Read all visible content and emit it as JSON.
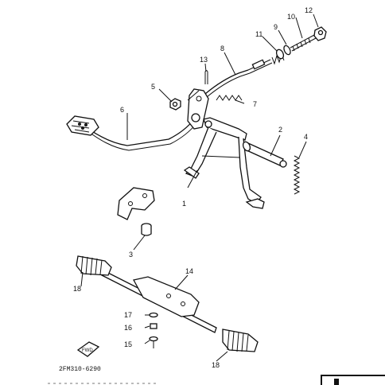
{
  "diagram": {
    "part_code": "2FM310-6290",
    "front_marker": "FWD",
    "labels": {
      "p1": "1",
      "p2": "2",
      "p3": "3",
      "p4": "4",
      "p5": "5",
      "p6": "6",
      "p7": "7",
      "p8": "8",
      "p9": "9",
      "p10": "10",
      "p11": "11",
      "p12": "12",
      "p13": "13",
      "p14": "14",
      "p15": "15",
      "p16": "16",
      "p17": "17",
      "p18a": "18",
      "p18b": "18"
    }
  }
}
